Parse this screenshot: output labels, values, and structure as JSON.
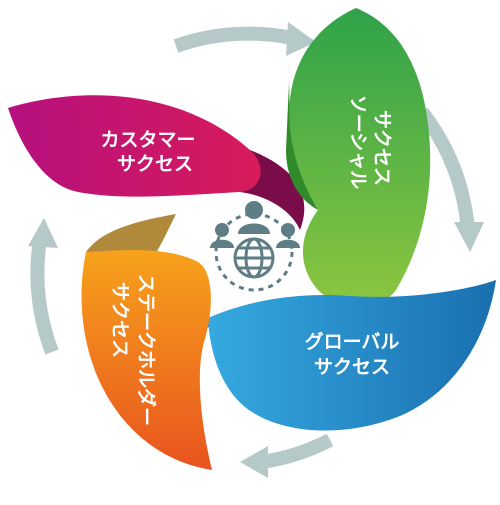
{
  "diagram": {
    "petals": [
      {
        "id": "customer",
        "lines": [
          "カスタマー",
          "サクセス"
        ],
        "color": "#c2126d",
        "fold_color": "#7a0c4a"
      },
      {
        "id": "social",
        "lines": [
          "ソーシャル",
          "サクセス"
        ],
        "color": "#55b52f",
        "fold_color": "#2f8a2a"
      },
      {
        "id": "global",
        "lines": [
          "グローバル",
          "サクセス"
        ],
        "color": "#1f8fd4",
        "fold_color": "#17609a"
      },
      {
        "id": "stakeholder",
        "lines": [
          "ステークホルダー",
          "サクセス"
        ],
        "color": "#f07a1f",
        "fold_color": "#b08a3a"
      }
    ],
    "cycle_ring_color": "#b5c9c9",
    "center_icon": "people-globe-icon",
    "center_icon_color": "#5f7d84"
  }
}
